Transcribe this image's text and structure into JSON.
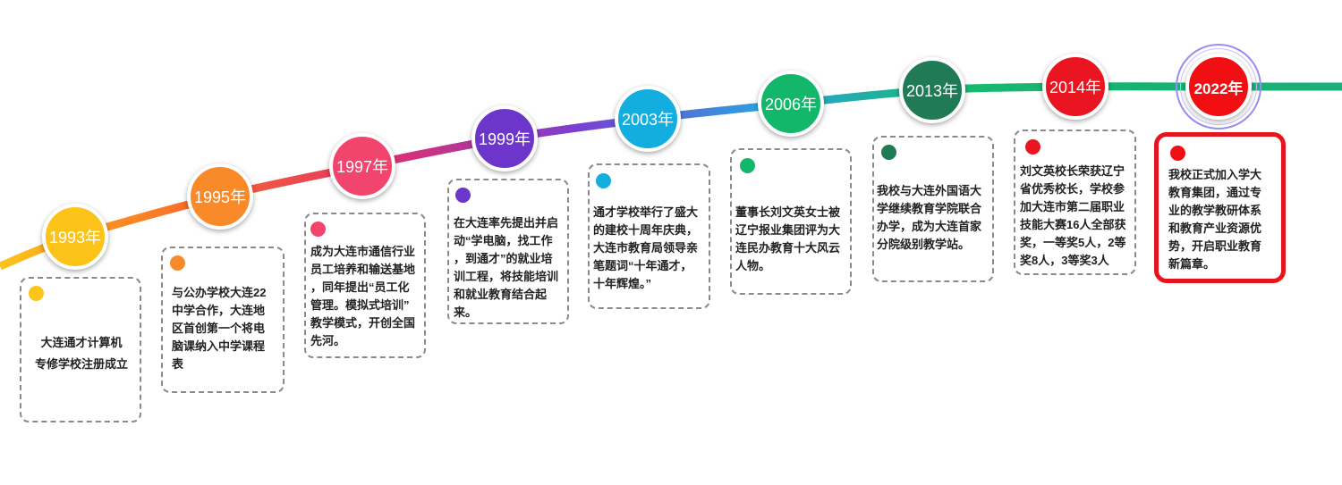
{
  "colors": {
    "line_gradient": [
      "#fcc419",
      "#f96a2a",
      "#e0306d",
      "#7b3fd0",
      "#2aa3dd",
      "#18b970",
      "#16b272",
      "#1ab07a"
    ],
    "card_border": "#8a8a8a",
    "highlight_border": "#e8141c",
    "halo": "#9a8cf0"
  },
  "milestones": [
    {
      "year": "1993年",
      "color": "#fcc419",
      "text": "大连通才计算机\n专修学校注册成立",
      "highlight": false
    },
    {
      "year": "1995年",
      "color": "#f98a2a",
      "text": "与公办学校大连22\n中学合作，大连地\n区首创第一个将电\n脑课纳入中学课程\n表",
      "highlight": false
    },
    {
      "year": "1997年",
      "color": "#f2456e",
      "text": "成为大连市通信行业\n员工培养和输送基地\n，同年提出“员工化\n管理。模拟式培训”\n教学模式，开创全国\n先河。",
      "highlight": false
    },
    {
      "year": "1999年",
      "color": "#6b36c9",
      "text": "在大连率先提出并启\n动“学电脑，找工作\n，到通才”的就业培\n训工程，将技能培训\n和就业教育结合起来。",
      "highlight": false
    },
    {
      "year": "2003年",
      "color": "#13aee0",
      "text": "通才学校举行了盛大\n的建校十周年庆典，\n大连市教育局领导亲\n笔题词“十年通才，\n十年辉煌。”",
      "highlight": false
    },
    {
      "year": "2006年",
      "color": "#12b76a",
      "text": "董事长刘文英女士被\n辽宁报业集团评为大\n连民办教育十大风云\n人物。",
      "highlight": false
    },
    {
      "year": "2013年",
      "color": "#1f7a55",
      "text": "我校与大连外国语大\n学继续教育学院联合\n办学，成为大连首家\n分院级别教学站。",
      "highlight": false
    },
    {
      "year": "2014年",
      "color": "#ea1520",
      "text": "刘文英校长荣获辽宁\n省优秀校长，学校参\n加大连市第二届职业\n技能大赛16人全部获\n奖，一等奖5人，2等\n奖8人，3等奖3人",
      "highlight": false
    },
    {
      "year": "2022年",
      "color": "#f20f14",
      "text": "我校正式加入学大\n教育集团，通过专\n业的教学教研体系\n和教育产业资源优\n势，开启职业教育\n新篇章。",
      "highlight": true
    }
  ]
}
